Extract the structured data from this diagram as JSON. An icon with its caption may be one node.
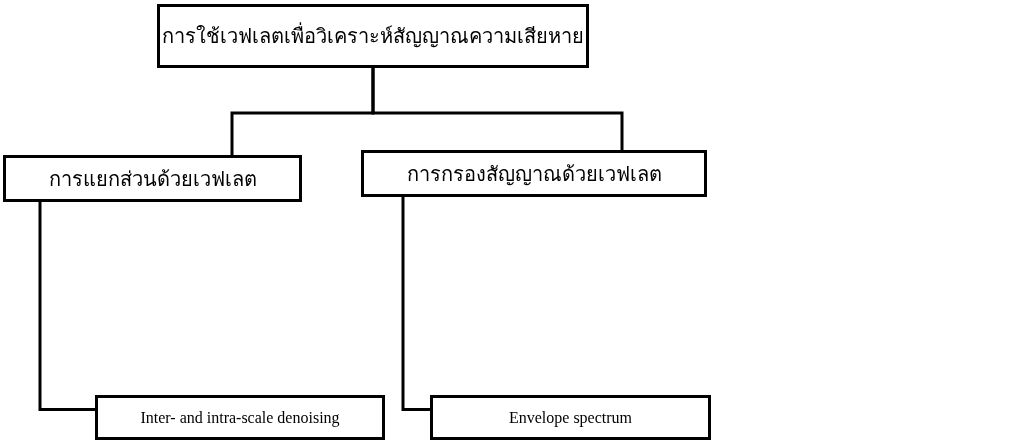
{
  "diagram": {
    "nodes": [
      {
        "text": [
          "การใช้เวฟเลตเพื่อวิเคราะห์สัญญาณความเสียหาย"
        ]
      },
      {
        "text": [
          "การแยกส่วนด้วยเวฟเลต"
        ]
      },
      {
        "text": [
          "การกรองสัญญาณด้วยเวฟเลต"
        ]
      },
      {
        "text": [
          "Inter- and intra-scale denoising"
        ]
      },
      {
        "text": [
          "Envelope spectrum"
        ]
      }
    ],
    "edges": [
      {
        "from": 0,
        "to": 1,
        "arrow": "none"
      },
      {
        "from": 0,
        "to": 2,
        "arrow": "none"
      },
      {
        "from": 1,
        "to": 3,
        "arrow": "none"
      },
      {
        "from": 2,
        "to": 4,
        "arrow": "none"
      }
    ]
  }
}
